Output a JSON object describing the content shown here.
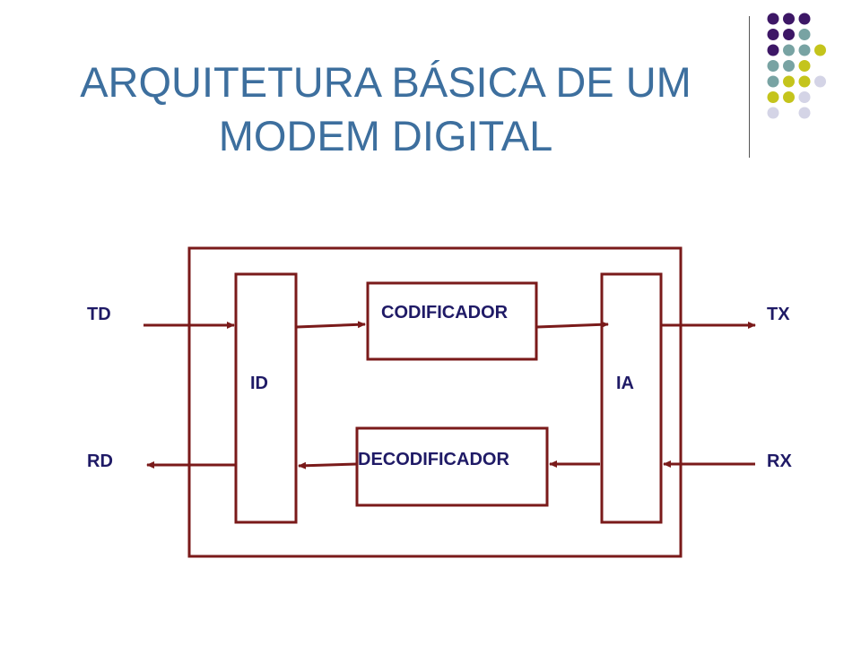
{
  "slide": {
    "title_line1": "ARQUITETURA BÁSICA DE UM",
    "title_line2": "MODEM DIGITAL"
  },
  "decoration": {
    "dot_colors": {
      "purple": "#3d1766",
      "teal": "#78a3a3",
      "lime": "#c4c41c",
      "lavender": "#d4d4e6"
    },
    "dot_grid": [
      [
        "purple",
        "purple",
        "purple",
        null
      ],
      [
        "purple",
        "purple",
        "teal",
        null
      ],
      [
        "purple",
        "teal",
        "teal",
        "lime"
      ],
      [
        "teal",
        "teal",
        "lime",
        null
      ],
      [
        "teal",
        "lime",
        "lime",
        "lavender"
      ],
      [
        "lime",
        "lime",
        "lavender",
        null
      ],
      [
        "lavender",
        null,
        "lavender",
        null
      ]
    ]
  },
  "diagram": {
    "line_color": "#7a1a1a",
    "text_color": "#1f1a66",
    "labels": {
      "td": "TD",
      "rd": "RD",
      "tx": "TX",
      "rx": "RX",
      "id": "ID",
      "ia": "IA",
      "codificador": "CODIFICADOR",
      "decodificador": "DECODIFICADOR"
    }
  }
}
